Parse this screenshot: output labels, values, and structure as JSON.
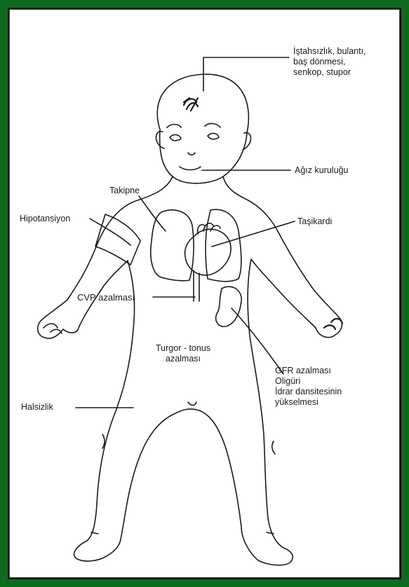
{
  "labels": {
    "appetite": [
      "İştahsızlık, bulantı,",
      "baş dönmesi,",
      "senkop, stupor"
    ],
    "dry_mouth": "Ağız kuruluğu",
    "tachypnea": "Takipne",
    "hypotension": "Hipotansiyon",
    "tachycardia": "Taşikardi",
    "cvp": "CVP azalması",
    "turgor": [
      "Turgor - tonus",
      "azalması"
    ],
    "gfr": [
      "GFR azalması",
      "Oligüri",
      "İdrar dansitesinin",
      "yükselmesi"
    ],
    "weakness": "Halsizlik"
  },
  "colors": {
    "frame": "#0e6b1d",
    "line": "#1a1a1a",
    "background": "#ffffff"
  }
}
